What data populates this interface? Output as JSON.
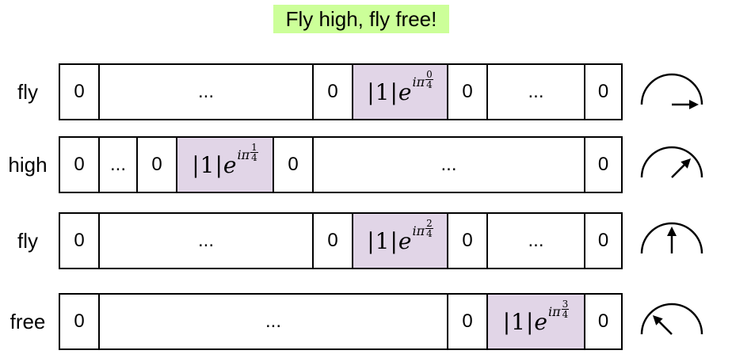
{
  "title": "Fly high, fly free!",
  "rows": [
    {
      "word": "fly",
      "cells": [
        "0",
        "...",
        "0",
        "",
        "0",
        "...",
        "0"
      ],
      "phase": {
        "num": "0",
        "den": "4"
      },
      "arrow_angle_deg": 0
    },
    {
      "word": "high",
      "cells": [
        "0",
        "...",
        "0",
        "",
        "0",
        "...",
        "0"
      ],
      "phase": {
        "num": "1",
        "den": "4"
      },
      "arrow_angle_deg": 45
    },
    {
      "word": "fly",
      "cells": [
        "0",
        "...",
        "0",
        "",
        "0",
        "...",
        "0"
      ],
      "phase": {
        "num": "2",
        "den": "4"
      },
      "arrow_angle_deg": 90
    },
    {
      "word": "free",
      "cells": [
        "0",
        "...",
        "0",
        "",
        "0"
      ],
      "phase": {
        "num": "3",
        "den": "4"
      },
      "arrow_angle_deg": 135
    }
  ],
  "amplitude": {
    "magnitude": "|1|",
    "base": "e",
    "exponent": "iπ"
  },
  "colors": {
    "title_bg": "#ccff99",
    "amplitude_bg": "#e1d5e7"
  }
}
